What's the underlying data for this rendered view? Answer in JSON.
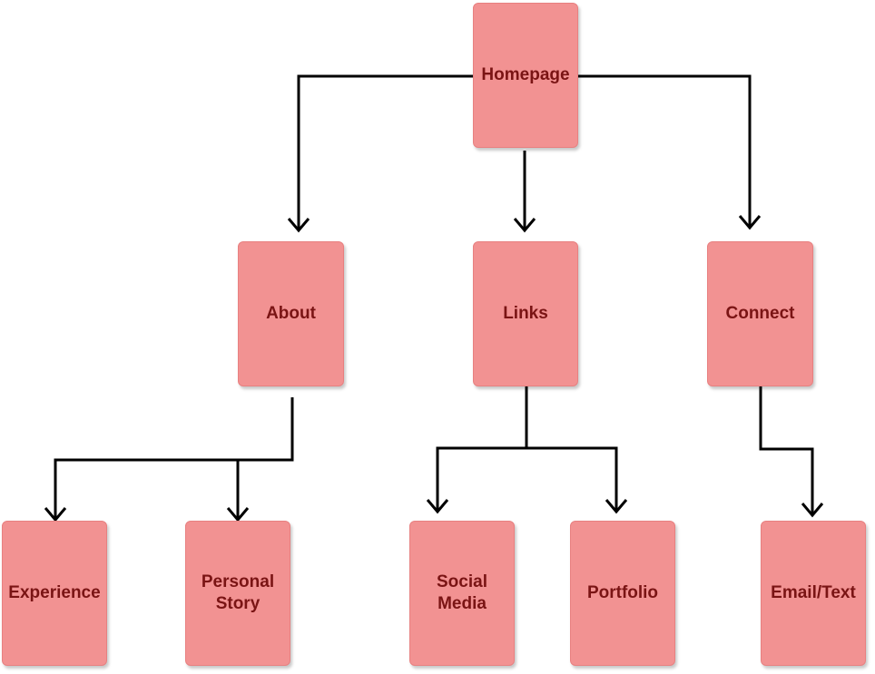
{
  "colors": {
    "box_fill": "#f29292",
    "box_text": "#7a1414",
    "connector": "#000000",
    "background": "#ffffff"
  },
  "nodes": {
    "homepage": "Homepage",
    "about": "About",
    "links": "Links",
    "connect": "Connect",
    "experience": "Experience",
    "personal_story": "Personal\nStory",
    "social_media": "Social\nMedia",
    "portfolio": "Portfolio",
    "email_text": "Email/Text"
  }
}
